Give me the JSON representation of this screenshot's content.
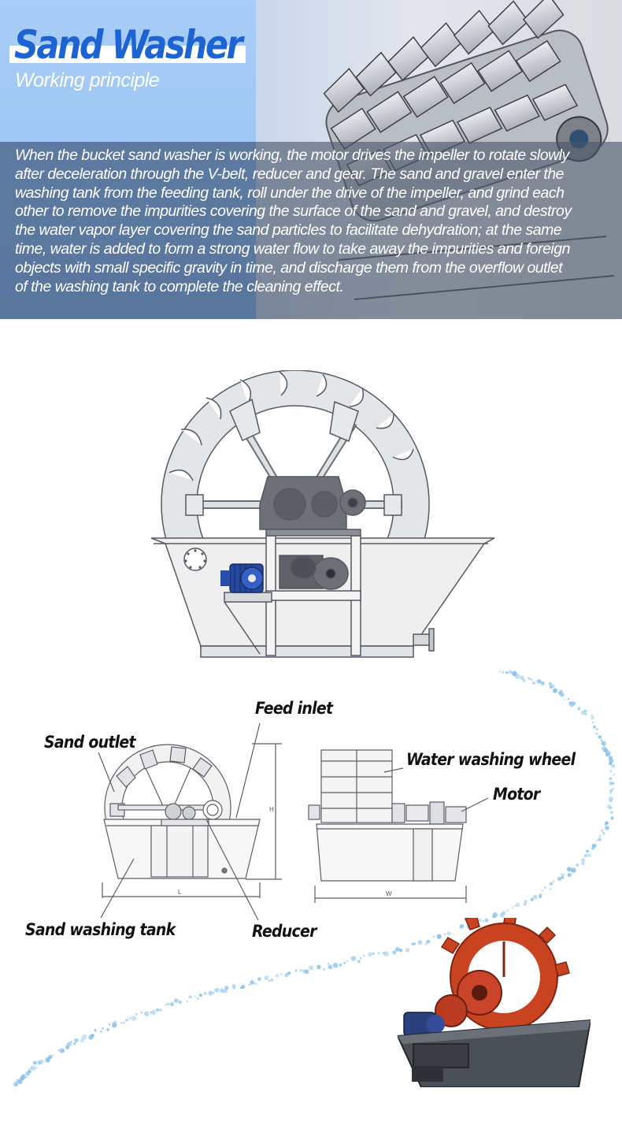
{
  "header": {
    "title": "Sand Washer",
    "subtitle": "Working principle",
    "description_lines": [
      "When the bucket sand washer is working, the motor drives the impeller to rotate slowly",
      "after deceleration through the V-belt, reducer and gear. The sand and gravel enter the",
      "washing tank from the feeding tank, roll under the drive of the impeller, and grind each",
      "other to remove the impurities covering the surface of the sand and gravel, and destroy",
      "the water vapor layer covering the sand particles to facilitate dehydration; at the same",
      "time, water is added to form a strong water flow to take away the impurities and foreign",
      "objects with small specific gravity in time, and discharge them from the overflow outlet",
      "of the washing tank to complete the cleaning effect."
    ]
  },
  "schematic": {
    "labels": {
      "feed_inlet": "Feed inlet",
      "sand_outlet": "Sand outlet",
      "water_washing_wheel": "Water washing wheel",
      "motor": "Motor",
      "sand_washing_tank": "Sand washing tank",
      "reducer": "Reducer"
    },
    "dimensions": {
      "height": "H",
      "length": "L",
      "width": "W"
    }
  },
  "colors": {
    "title_blue": "#1d63d2",
    "banner_blue": "#9bc4f3",
    "machine_red": "#c8431f",
    "motor_blue": "#2350a8",
    "dot_blue": "#8cc2ea"
  }
}
